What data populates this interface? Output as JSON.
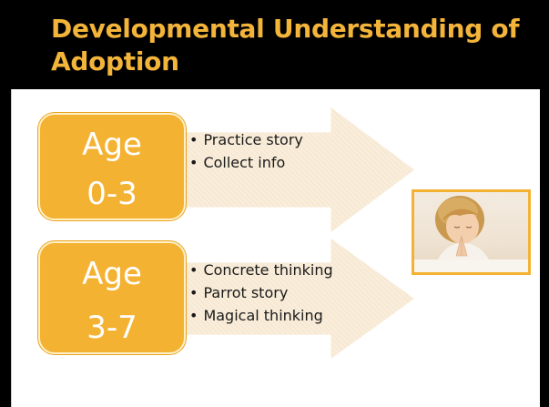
{
  "slide": {
    "title": "Developmental Understanding of Adoption"
  },
  "stages": [
    {
      "age_label": "Age",
      "age_range": "0-3",
      "bullets": [
        "Practice story",
        "Collect info"
      ]
    },
    {
      "age_label": "Age",
      "age_range": "3-7",
      "bullets": [
        "Concrete thinking",
        "Parrot story",
        "Magical thinking"
      ]
    }
  ],
  "colors": {
    "accent": "#f4b233",
    "title": "#f3b43a",
    "arrow": "#f7e8d2"
  },
  "photo": {
    "icon": "child-praying-photo"
  }
}
